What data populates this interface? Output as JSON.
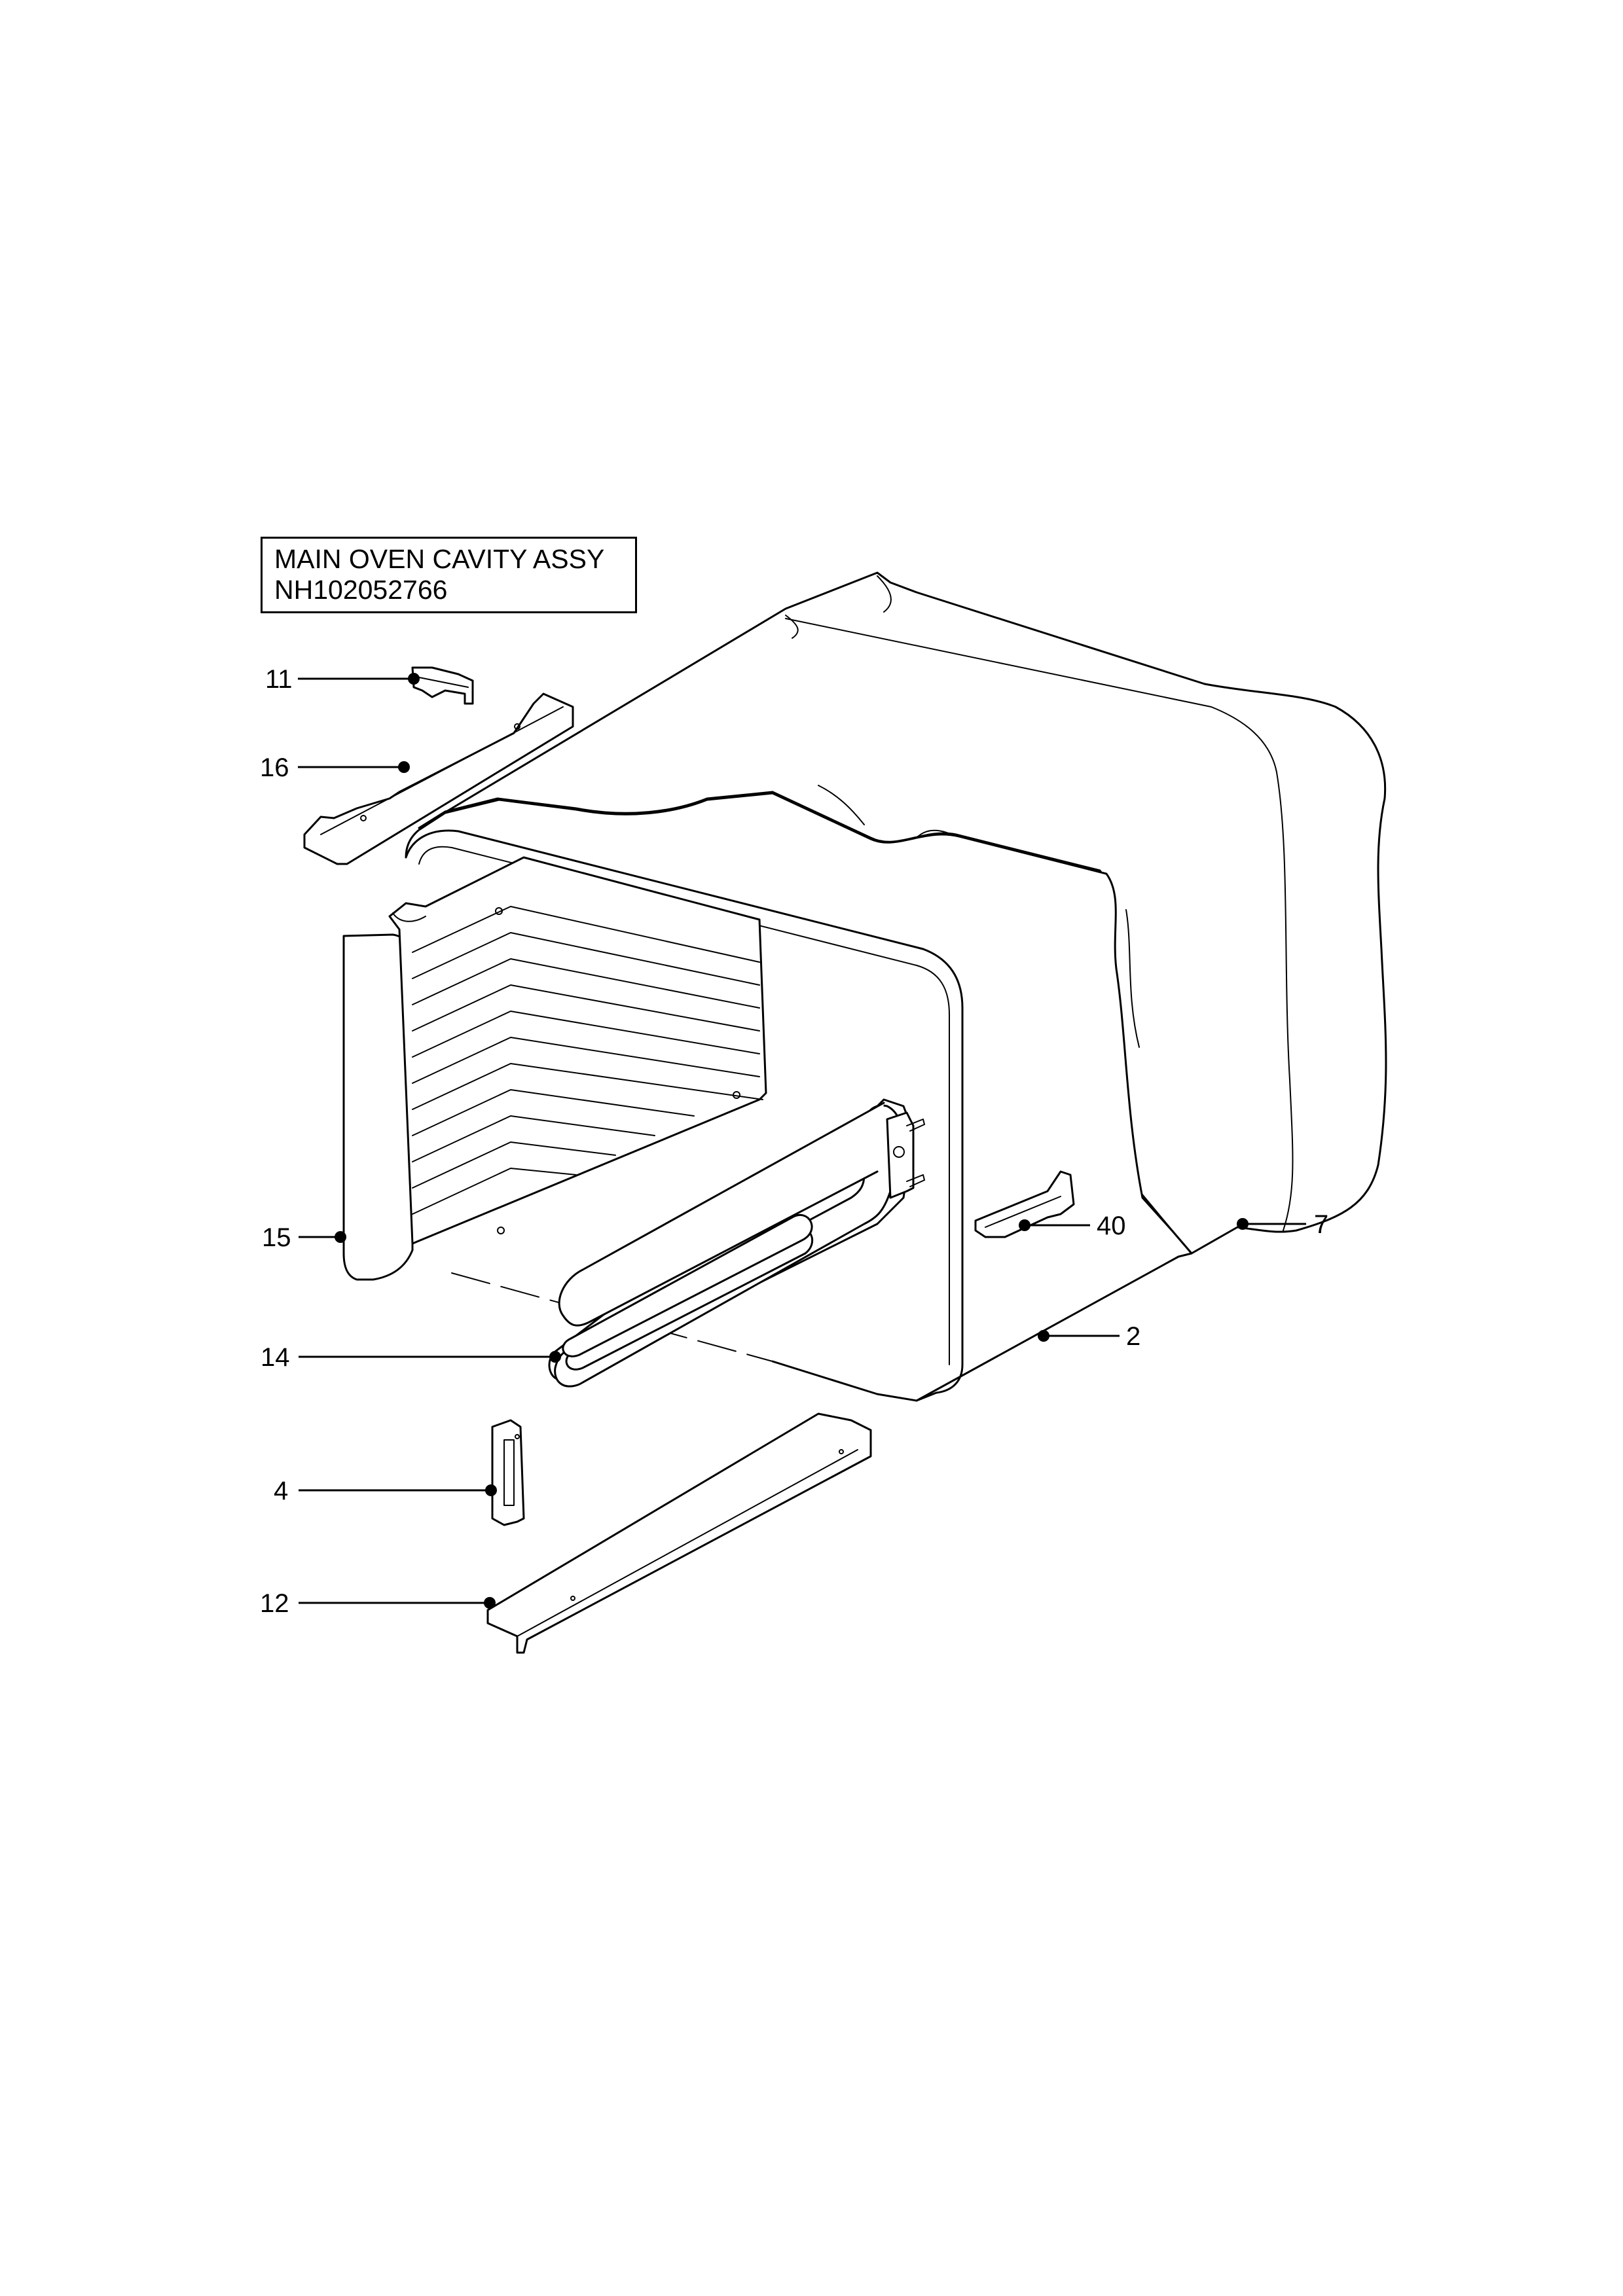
{
  "title": {
    "line1": "MAIN OVEN CAVITY ASSY",
    "line2": "NH102052766"
  },
  "callouts": [
    {
      "id": "11",
      "label": "11"
    },
    {
      "id": "16",
      "label": "16"
    },
    {
      "id": "15",
      "label": "15"
    },
    {
      "id": "14",
      "label": "14"
    },
    {
      "id": "4",
      "label": "4"
    },
    {
      "id": "12",
      "label": "12"
    },
    {
      "id": "40",
      "label": "40"
    },
    {
      "id": "7",
      "label": "7"
    },
    {
      "id": "2",
      "label": "2"
    }
  ],
  "colors": {
    "line": "#000000",
    "background": "#ffffff"
  }
}
